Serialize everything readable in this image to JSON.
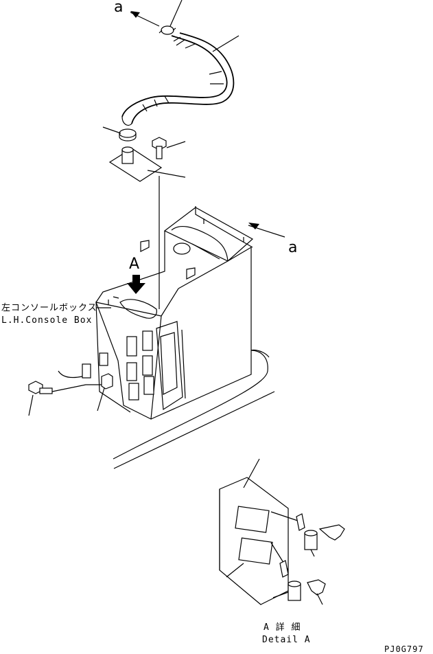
{
  "labels": {
    "view_a_top": "a",
    "view_a_right": "a",
    "view_A": "A",
    "console_jp": "左コンソールボックス",
    "console_en": "L.H.Console Box",
    "detail_jp": "A 詳 細",
    "detail_en": "Detail A",
    "drawing_no": "PJ0G797"
  }
}
